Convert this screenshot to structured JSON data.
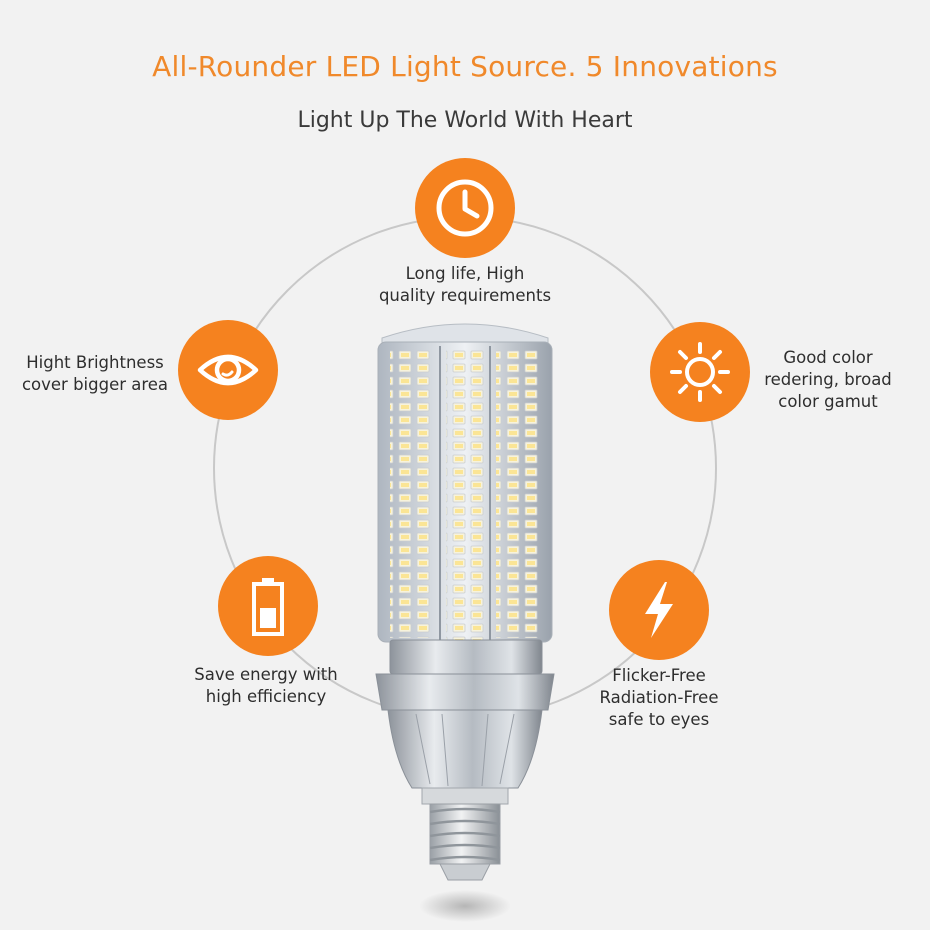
{
  "header": {
    "title": "All-Rounder LED Light Source. 5 Innovations",
    "subtitle": "Light Up The World With Heart"
  },
  "features": {
    "long_life": {
      "icon": "clock-icon",
      "lines": [
        "Long life, High",
        "quality requirements"
      ]
    },
    "brightness": {
      "icon": "eye-icon",
      "lines": [
        "Hight Brightness",
        "cover bigger area"
      ]
    },
    "color": {
      "icon": "sun-icon",
      "lines": [
        "Good color",
        "redering, broad",
        "color gamut"
      ]
    },
    "energy": {
      "icon": "battery-icon",
      "lines": [
        "Save energy with",
        "high efficiency"
      ]
    },
    "flicker": {
      "icon": "lightning-icon",
      "lines": [
        "Flicker-Free",
        "Radiation-Free",
        "safe to eyes"
      ]
    }
  },
  "colors": {
    "accent": "#f5821f",
    "title": "#f0892b",
    "text": "#2e2e2e",
    "background": "#f2f2f2"
  }
}
